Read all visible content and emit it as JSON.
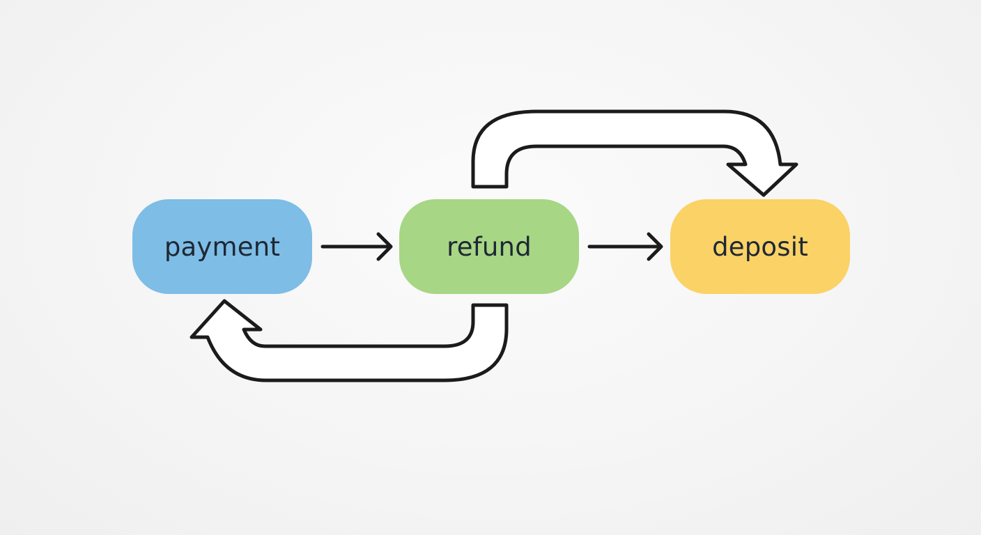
{
  "nodes": [
    {
      "id": "payment",
      "label": "payment",
      "color": "#7dbde6"
    },
    {
      "id": "refund",
      "label": "refund",
      "color": "#a7d685"
    },
    {
      "id": "deposit",
      "label": "deposit",
      "color": "#fad266"
    }
  ],
  "edges": [
    {
      "from": "payment",
      "to": "refund",
      "style": "straight-arrow"
    },
    {
      "from": "refund",
      "to": "deposit",
      "style": "straight-arrow"
    },
    {
      "from": "refund",
      "to": "deposit",
      "style": "curved-block-arrow-over"
    },
    {
      "from": "refund",
      "to": "payment",
      "style": "curved-block-arrow-under"
    }
  ],
  "colors": {
    "stroke": "#1b1b1b",
    "background": "#f5f5f5"
  }
}
